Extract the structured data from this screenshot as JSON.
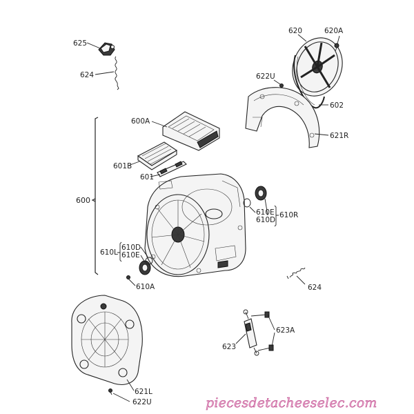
{
  "diagram": {
    "labels": {
      "p625": "625",
      "p624a": "624",
      "p620": "620",
      "p620A": "620A",
      "p622Ua": "622U",
      "p602": "602",
      "p621R": "621R",
      "p600A": "600A",
      "p600": "600",
      "p601B": "601B",
      "p601": "601",
      "p610E_r": "610E",
      "p610D_r": "610D",
      "p610R": "610R",
      "p610D_l": "610D",
      "p610E_l": "610E",
      "p610L": "610L",
      "p610A": "610A",
      "p624b": "624",
      "p623A": "623A",
      "p623": "623",
      "p621L": "621L",
      "p622Ub": "622U"
    },
    "watermark": "piecesdetacheeselec.com"
  }
}
